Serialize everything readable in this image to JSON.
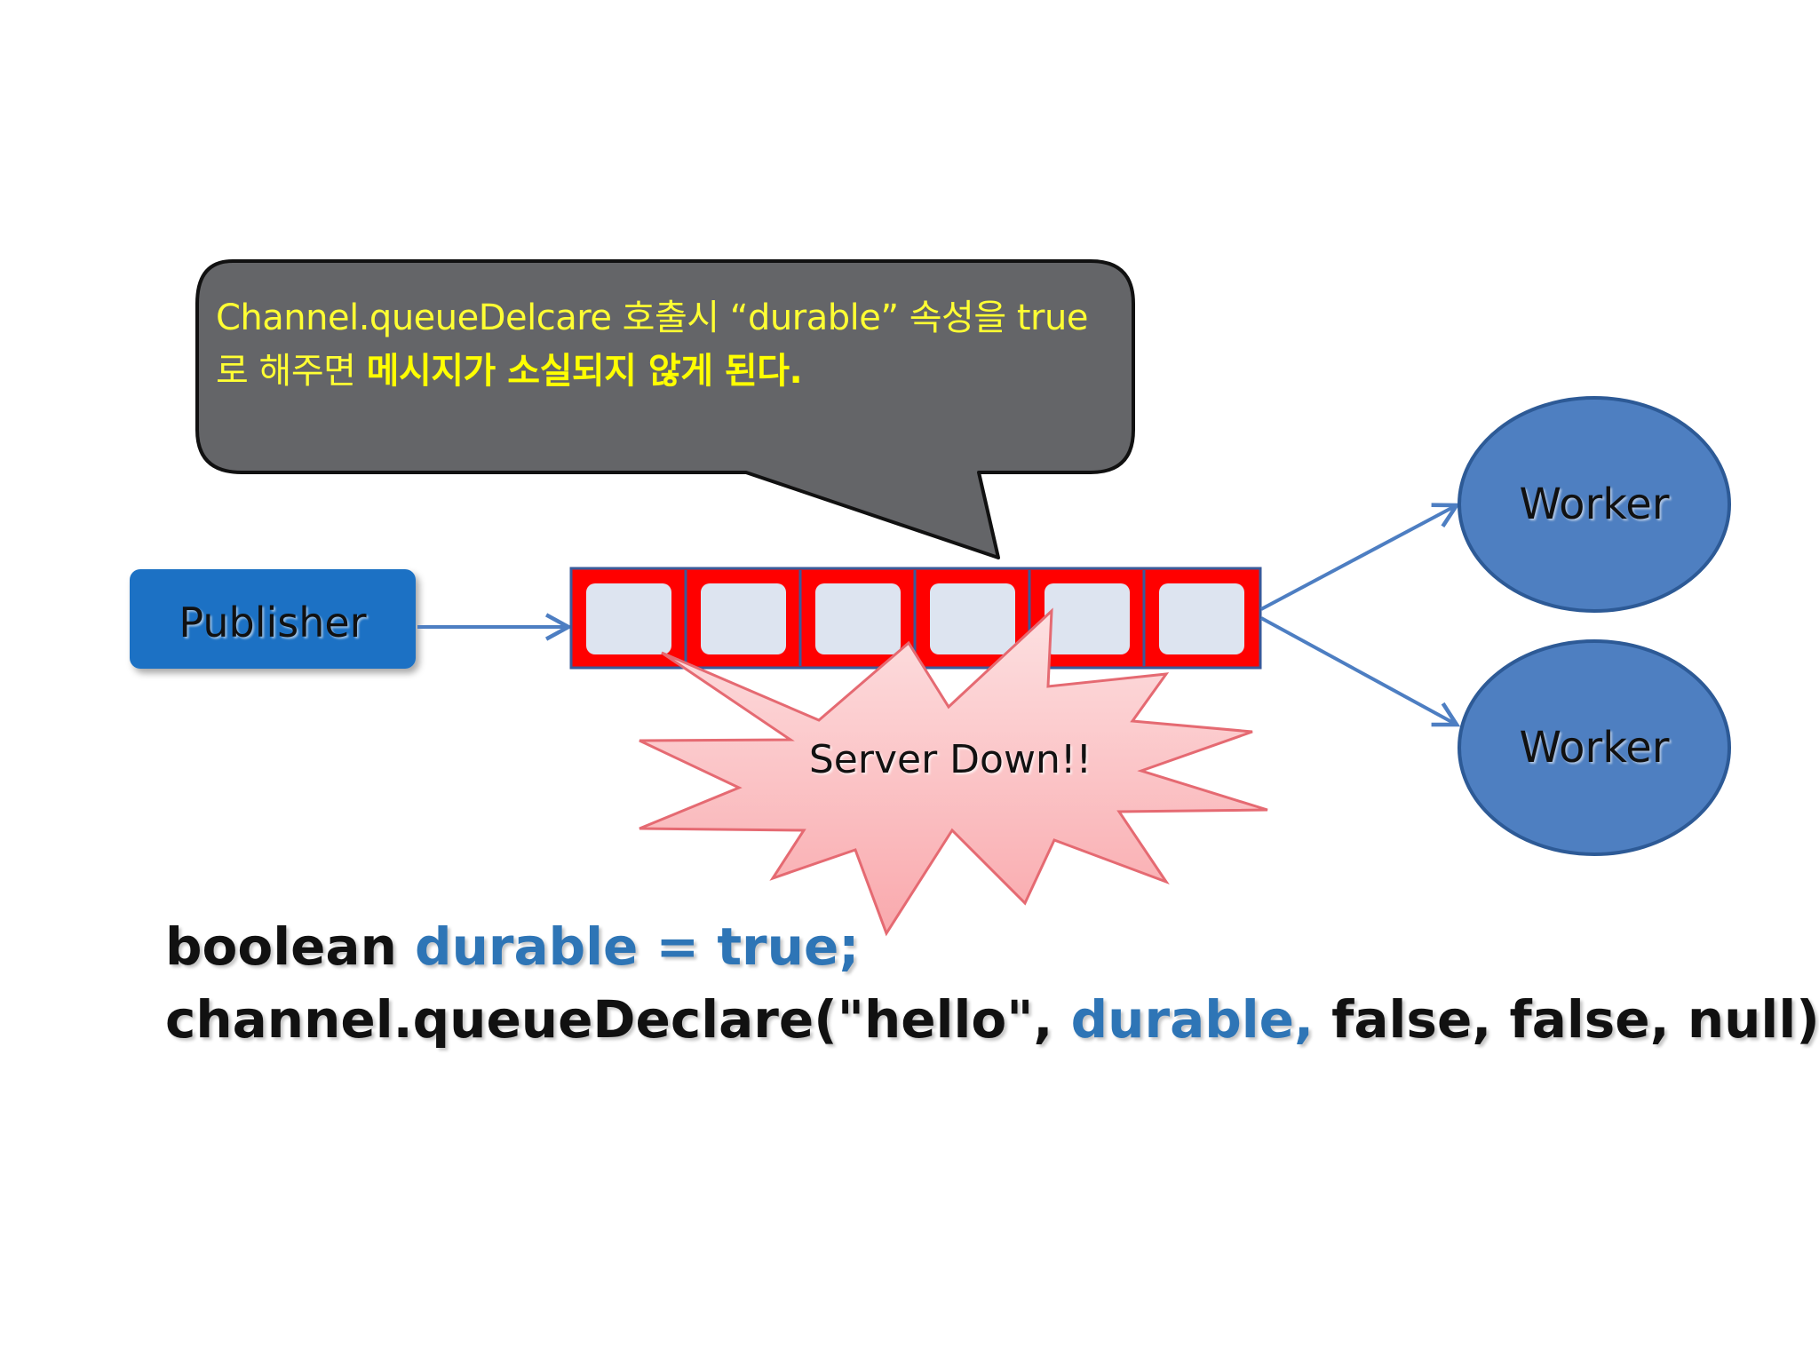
{
  "callout": {
    "line1": "Channel.queueDelcare 호출시 “durable” 속성을 true",
    "line2_normal": "로 해주면 ",
    "line2_bold": "메시지가 소실되지 않게 된다."
  },
  "publisher": {
    "label": "Publisher"
  },
  "queue": {
    "slot_count": 6
  },
  "workers": [
    {
      "label": "Worker"
    },
    {
      "label": "Worker"
    }
  ],
  "server_down": {
    "label": "Server Down!!"
  },
  "code": {
    "line1": {
      "keyword": "boolean",
      "rest": " durable = true;"
    },
    "line2": {
      "prefix": "channel.queueDeclare(\"hello\", ",
      "highlight": "durable,",
      "suffix": " false, false, null);"
    }
  },
  "colors": {
    "callout_fill": "#646568",
    "callout_text": "#ffff33",
    "publisher_fill": "#1c71c4",
    "queue_red": "#ff0000",
    "queue_slot": "#dde4f0",
    "worker_fill": "#4e7fc1",
    "arrow": "#4d7ec2",
    "burst_fill": "#fbc2c4",
    "code_blue": "#2e75b6"
  }
}
